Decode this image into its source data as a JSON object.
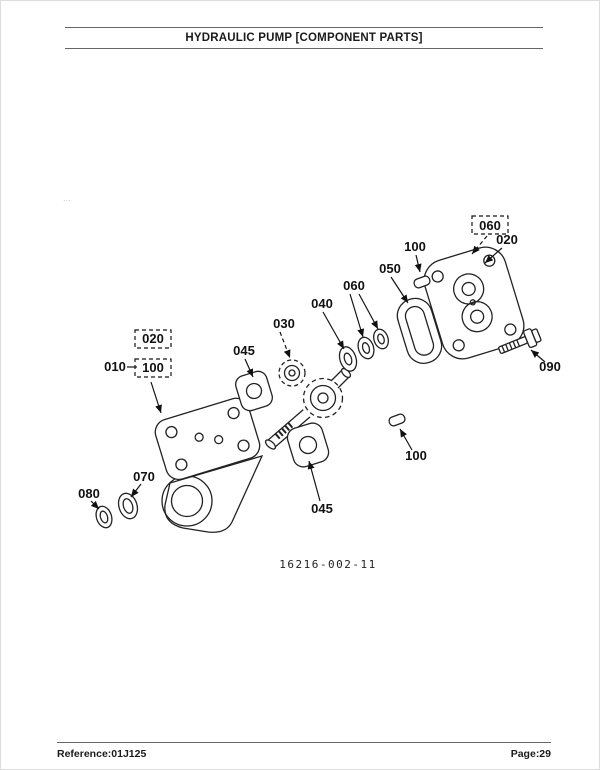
{
  "header": {
    "title": "HYDRAULIC PUMP [COMPONENT PARTS]"
  },
  "diagram": {
    "figure_code": "16216-002-11",
    "callouts": [
      "060",
      "020",
      "100",
      "050",
      "060",
      "040",
      "030",
      "045",
      "020",
      "100",
      "010",
      "090",
      "100",
      "045",
      "070",
      "080"
    ]
  },
  "footer": {
    "reference": "Reference:01J125",
    "page_number": "Page:29"
  },
  "artifact": "...",
  "colors": {
    "ink": "#1a1a1a",
    "paper": "#ffffff"
  }
}
